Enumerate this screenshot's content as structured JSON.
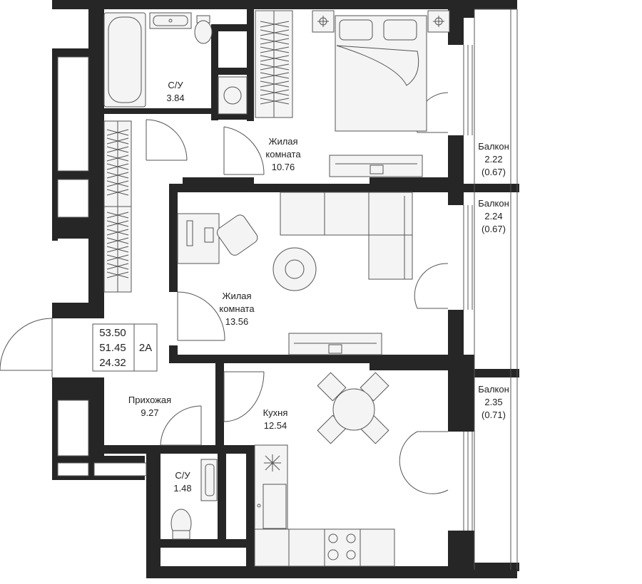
{
  "rooms": {
    "bathroom_main": {
      "name": "С/У",
      "area": "3.84"
    },
    "bedroom": {
      "name_line1": "Жилая",
      "name_line2": "комната",
      "area": "10.76"
    },
    "living": {
      "name_line1": "Жилая",
      "name_line2": "комната",
      "area": "13.56"
    },
    "hall": {
      "name": "Прихожая",
      "area": "9.27"
    },
    "kitchen": {
      "name": "Кухня",
      "area": "12.54"
    },
    "bathroom_small": {
      "name": "С/У",
      "area": "1.48"
    }
  },
  "balconies": [
    {
      "name": "Балкон",
      "area": "2.22",
      "reduced": "(0.67)"
    },
    {
      "name": "Балкон",
      "area": "2.24",
      "reduced": "(0.67)"
    },
    {
      "name": "Балкон",
      "area": "2.35",
      "reduced": "(0.71)"
    }
  ],
  "summary": {
    "total_area": "53.50",
    "living_area_total": "51.45",
    "residential_area": "24.32",
    "apartment_type": "2A"
  }
}
